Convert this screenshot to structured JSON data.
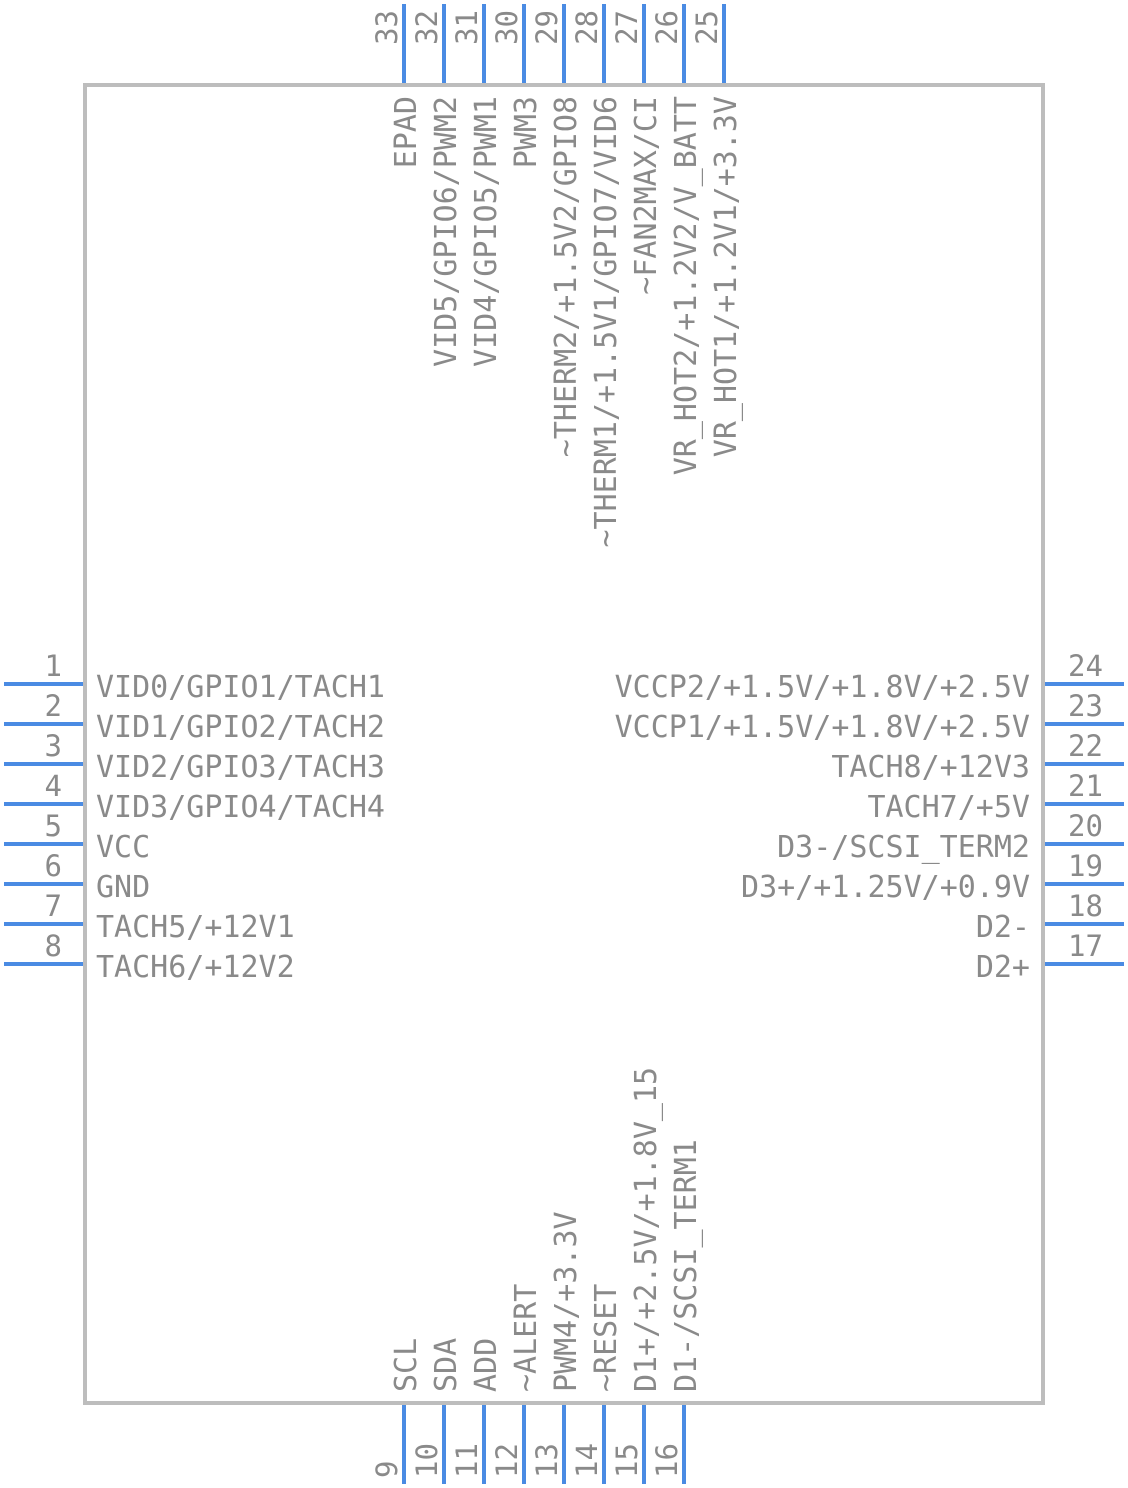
{
  "colors": {
    "pin": "#4a8be3",
    "outline": "#bdbdbd",
    "text": "#8a8a8a"
  },
  "left_pins": [
    {
      "number": "1",
      "label": "VID0/GPIO1/TACH1"
    },
    {
      "number": "2",
      "label": "VID1/GPIO2/TACH2"
    },
    {
      "number": "3",
      "label": "VID2/GPIO3/TACH3"
    },
    {
      "number": "4",
      "label": "VID3/GPIO4/TACH4"
    },
    {
      "number": "5",
      "label": "VCC"
    },
    {
      "number": "6",
      "label": "GND"
    },
    {
      "number": "7",
      "label": "TACH5/+12V1"
    },
    {
      "number": "8",
      "label": "TACH6/+12V2"
    }
  ],
  "right_pins": [
    {
      "number": "24",
      "label": "VCCP2/+1.5V/+1.8V/+2.5V"
    },
    {
      "number": "23",
      "label": "VCCP1/+1.5V/+1.8V/+2.5V"
    },
    {
      "number": "22",
      "label": "TACH8/+12V3"
    },
    {
      "number": "21",
      "label": "TACH7/+5V"
    },
    {
      "number": "20",
      "label": "D3-/SCSI_TERM2"
    },
    {
      "number": "19",
      "label": "D3+/+1.25V/+0.9V"
    },
    {
      "number": "18",
      "label": "D2-"
    },
    {
      "number": "17",
      "label": "D2+"
    }
  ],
  "top_pins": [
    {
      "number": "33",
      "label": "EPAD"
    },
    {
      "number": "32",
      "label": "VID5/GPIO6/PWM2"
    },
    {
      "number": "31",
      "label": "VID4/GPIO5/PWM1"
    },
    {
      "number": "30",
      "label": "PWM3"
    },
    {
      "number": "29",
      "label": "~THERM2/+1.5V2/GPIO8"
    },
    {
      "number": "28",
      "label": "~THERM1/+1.5V1/GPIO7/VID6"
    },
    {
      "number": "27",
      "label": "~FAN2MAX/CI"
    },
    {
      "number": "26",
      "label": "VR_HOT2/+1.2V2/V_BATT"
    },
    {
      "number": "25",
      "label": "VR_HOT1/+1.2V1/+3.3V"
    }
  ],
  "bottom_pins": [
    {
      "number": "9",
      "label": "SCL"
    },
    {
      "number": "10",
      "label": "SDA"
    },
    {
      "number": "11",
      "label": "ADD"
    },
    {
      "number": "12",
      "label": "~ALERT"
    },
    {
      "number": "13",
      "label": "PWM4/+3.3V"
    },
    {
      "number": "14",
      "label": "~RESET"
    },
    {
      "number": "15",
      "label": "D1+/+2.5V/+1.8V_15"
    },
    {
      "number": "16",
      "label": "D1-/SCSI_TERM1"
    }
  ]
}
